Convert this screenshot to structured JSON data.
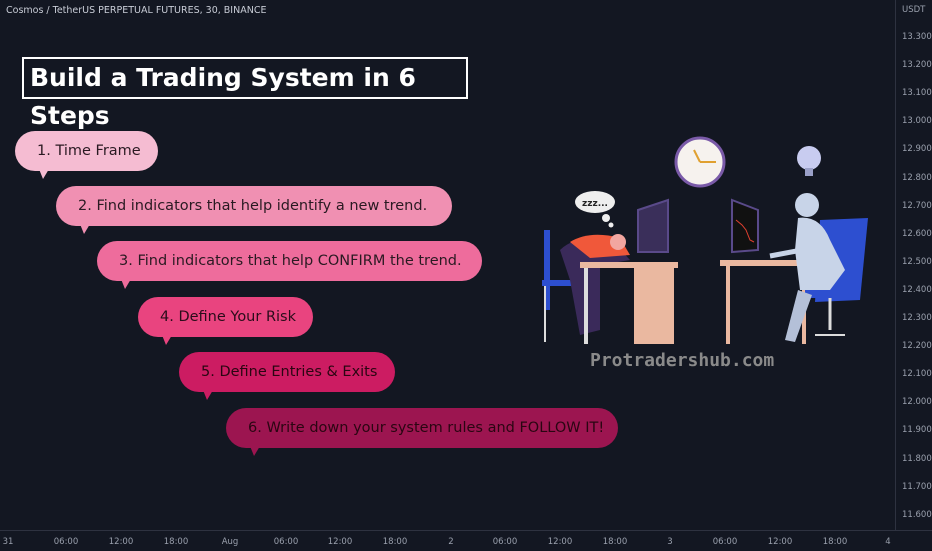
{
  "header": {
    "symbol": "Cosmos / TetherUS PERPETUAL FUTURES, 30, BINANCE"
  },
  "price_axis": {
    "currency": "USDT",
    "labels": [
      "13.300",
      "13.200",
      "13.100",
      "13.000",
      "12.900",
      "12.800",
      "12.700",
      "12.600",
      "12.500",
      "12.400",
      "12.300",
      "12.200",
      "12.100",
      "12.000",
      "11.900",
      "11.800",
      "11.700",
      "11.600"
    ]
  },
  "time_axis": {
    "labels": [
      "31",
      "06:00",
      "12:00",
      "18:00",
      "Aug",
      "06:00",
      "12:00",
      "18:00",
      "2",
      "06:00",
      "12:00",
      "18:00",
      "3",
      "06:00",
      "12:00",
      "18:00",
      "4"
    ]
  },
  "title": "Build a Trading System in 6 Steps",
  "steps": [
    {
      "text": "1. Time Frame",
      "color": "#f5bcd2",
      "text_color": "#2a1a22"
    },
    {
      "text": "2. Find indicators that help identify a new trend.",
      "color": "#f090b2",
      "text_color": "#2a1a22"
    },
    {
      "text": "3. Find indicators that help CONFIRM the trend.",
      "color": "#ee6c9c",
      "text_color": "#2a1a22"
    },
    {
      "text": "4. Define Your Risk",
      "color": "#e9447f",
      "text_color": "#2a0c1a"
    },
    {
      "text": "5. Define Entries & Exits",
      "color": "#cc1c62",
      "text_color": "#2a0612"
    },
    {
      "text": "6. Write down your system rules and FOLLOW IT!",
      "color": "#9c1550",
      "text_color": "#2a0612"
    }
  ],
  "illustration": {
    "thought_bubble": "zzz..."
  },
  "watermark": "Protradershub.com"
}
